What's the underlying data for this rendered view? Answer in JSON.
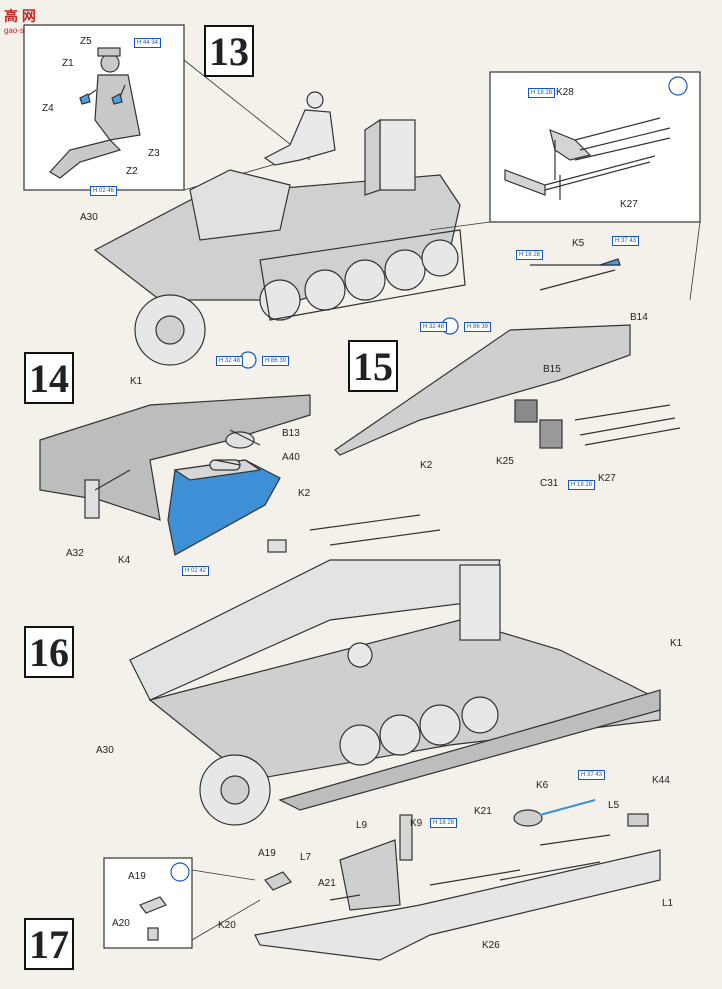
{
  "watermark": {
    "title": "高 网",
    "url": "gao-shou.com"
  },
  "steps": [
    "13",
    "14",
    "15",
    "16",
    "17"
  ],
  "labels": {
    "Z5": "Z5",
    "Z1": "Z1",
    "Z4": "Z4",
    "Z3": "Z3",
    "Z2": "Z2",
    "A30a": "A30",
    "A30b": "A30",
    "K28": "K28",
    "K27a": "K27",
    "K27b": "K27",
    "K5": "K5",
    "B14": "B14",
    "B15": "B15",
    "K2a": "K2",
    "K2b": "K2",
    "K25": "K25",
    "C31": "C31",
    "K1a": "K1",
    "K1b": "K1",
    "B13": "B13",
    "A40": "A40",
    "A32": "A32",
    "K4": "K4",
    "K6": "K6",
    "K44": "K44",
    "K21": "K21",
    "K9": "K9",
    "L9": "L9",
    "L5": "L5",
    "L7": "L7",
    "L1": "L1",
    "A19a": "A19",
    "A19b": "A19",
    "A20": "A20",
    "A21": "A21",
    "K20": "K20",
    "K26": "K26"
  },
  "refs": {
    "r1": "H 44 34",
    "r2": "H 02 46",
    "r3": "H 18 28",
    "r4": "H 32 48",
    "r5": "H 86 39",
    "r6": "H 18 28",
    "r7": "H 37 43",
    "r8": "H 32 48",
    "r9": "H 86 39",
    "r10": "H 18 28",
    "r11": "H 02 42",
    "r12": "H 37 43",
    "r13": "H 18 28"
  },
  "colors": {
    "paint_blue": "#3d8fd6",
    "ref_blue": "#1a55c8",
    "hull_gray": "#bdbdbd",
    "brand_red": "#c62828"
  }
}
